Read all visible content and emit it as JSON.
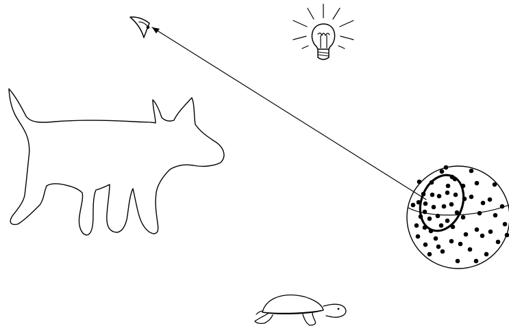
{
  "figure": {
    "background_color": "#ffffff",
    "line_color": "#000000",
    "elements": [
      {
        "key": "eye",
        "icon": "eye-icon"
      },
      {
        "key": "lightbulb",
        "icon": "lightbulb-icon"
      },
      {
        "key": "cow",
        "icon": "cow-silhouette"
      },
      {
        "key": "turtle",
        "icon": "turtle-icon"
      },
      {
        "key": "sphere",
        "icon": "dotted-sphere"
      },
      {
        "key": "arrow",
        "icon": "arrow-line"
      }
    ],
    "sphere": {
      "dot_count": 60,
      "highlighted_dot_count": 18,
      "has_outline_ring": true
    }
  }
}
